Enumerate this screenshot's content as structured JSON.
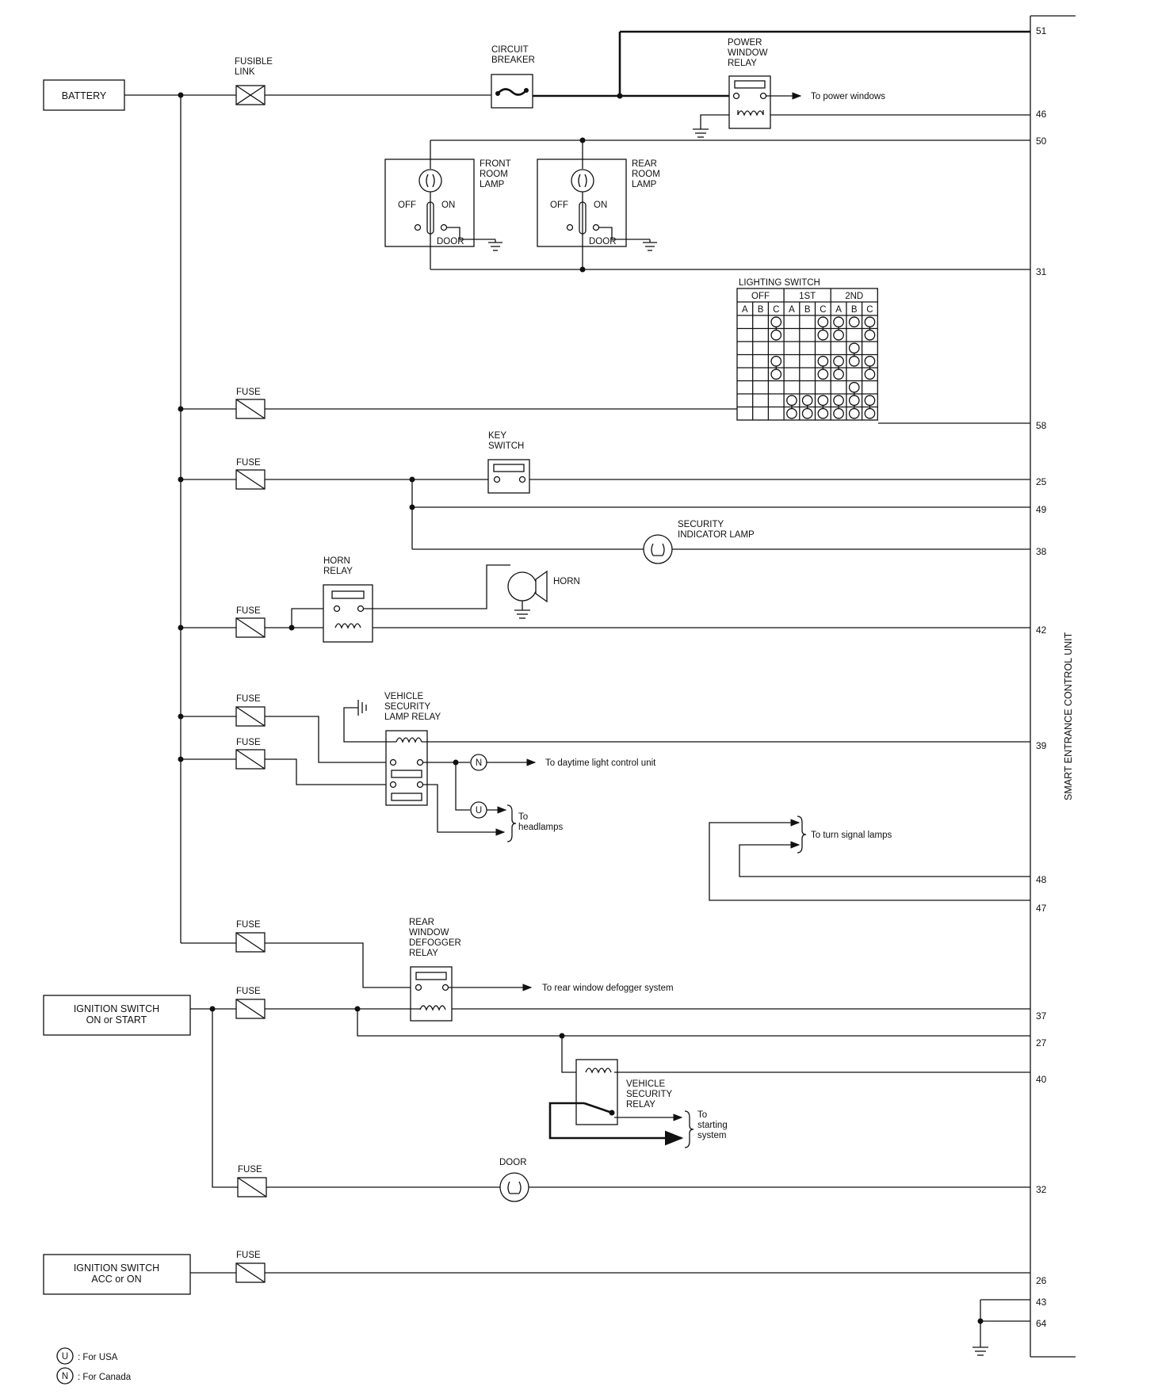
{
  "control_unit": {
    "label": "SMART ENTRANCE CONTROL UNIT",
    "terminals": [
      "51",
      "46",
      "50",
      "31",
      "58",
      "25",
      "49",
      "38",
      "42",
      "39",
      "48",
      "47",
      "37",
      "27",
      "40",
      "32",
      "26",
      "43",
      "64"
    ]
  },
  "sources": {
    "battery": "BATTERY",
    "ignition_on_start": [
      "IGNITION SWITCH",
      "ON or START"
    ],
    "ignition_acc_on": [
      "IGNITION SWITCH",
      "ACC or ON"
    ]
  },
  "labels": {
    "fusible_link": [
      "FUSIBLE",
      "LINK"
    ],
    "fuse": "FUSE",
    "circuit_breaker": [
      "CIRCUIT",
      "BREAKER"
    ],
    "power_window_relay": [
      "POWER",
      "WINDOW",
      "RELAY"
    ],
    "to_power_windows": "To power windows",
    "front_room_lamp": [
      "FRONT",
      "ROOM",
      "LAMP"
    ],
    "rear_room_lamp": [
      "REAR",
      "ROOM",
      "LAMP"
    ],
    "off": "OFF",
    "on": "ON",
    "door": "DOOR",
    "lighting_switch": "LIGHTING SWITCH",
    "key_switch": [
      "KEY",
      "SWITCH"
    ],
    "security_indicator_lamp": [
      "SECURITY",
      "INDICATOR LAMP"
    ],
    "horn_relay": [
      "HORN",
      "RELAY"
    ],
    "horn": "HORN",
    "vehicle_security_lamp_relay": [
      "VEHICLE",
      "SECURITY",
      "LAMP RELAY"
    ],
    "to_daytime_light": "To daytime light control unit",
    "to_headlamps": [
      "To",
      "headlamps"
    ],
    "to_turn_signal": "To turn signal lamps",
    "rear_window_defogger_relay": [
      "REAR",
      "WINDOW",
      "DEFOGGER",
      "RELAY"
    ],
    "to_rear_defogger": "To rear window defogger system",
    "vehicle_security_relay": [
      "VEHICLE",
      "SECURITY",
      "RELAY"
    ],
    "to_starting_system": [
      "To",
      "starting",
      "system"
    ],
    "door_lamp": "DOOR",
    "badge_u": "U",
    "badge_n": "N"
  },
  "lighting_switch_table": {
    "groups": [
      "OFF",
      "1ST",
      "2ND"
    ],
    "columns": [
      "A",
      "B",
      "C",
      "A",
      "B",
      "C",
      "A",
      "B",
      "C"
    ],
    "rows": [
      [
        0,
        0,
        1,
        0,
        0,
        1,
        1,
        1,
        1
      ],
      [
        0,
        0,
        1,
        0,
        0,
        1,
        1,
        0,
        1
      ],
      [
        0,
        0,
        0,
        0,
        0,
        0,
        0,
        1,
        0
      ],
      [
        0,
        0,
        1,
        0,
        0,
        1,
        1,
        1,
        1
      ],
      [
        0,
        0,
        1,
        0,
        0,
        1,
        1,
        0,
        1
      ],
      [
        0,
        0,
        0,
        0,
        0,
        0,
        0,
        1,
        0
      ],
      [
        0,
        0,
        0,
        1,
        1,
        1,
        1,
        1,
        1
      ],
      [
        0,
        0,
        0,
        1,
        1,
        1,
        1,
        1,
        1
      ]
    ]
  },
  "legend": [
    {
      "symbol": "U",
      "text": ": For USA"
    },
    {
      "symbol": "N",
      "text": ": For Canada"
    }
  ]
}
